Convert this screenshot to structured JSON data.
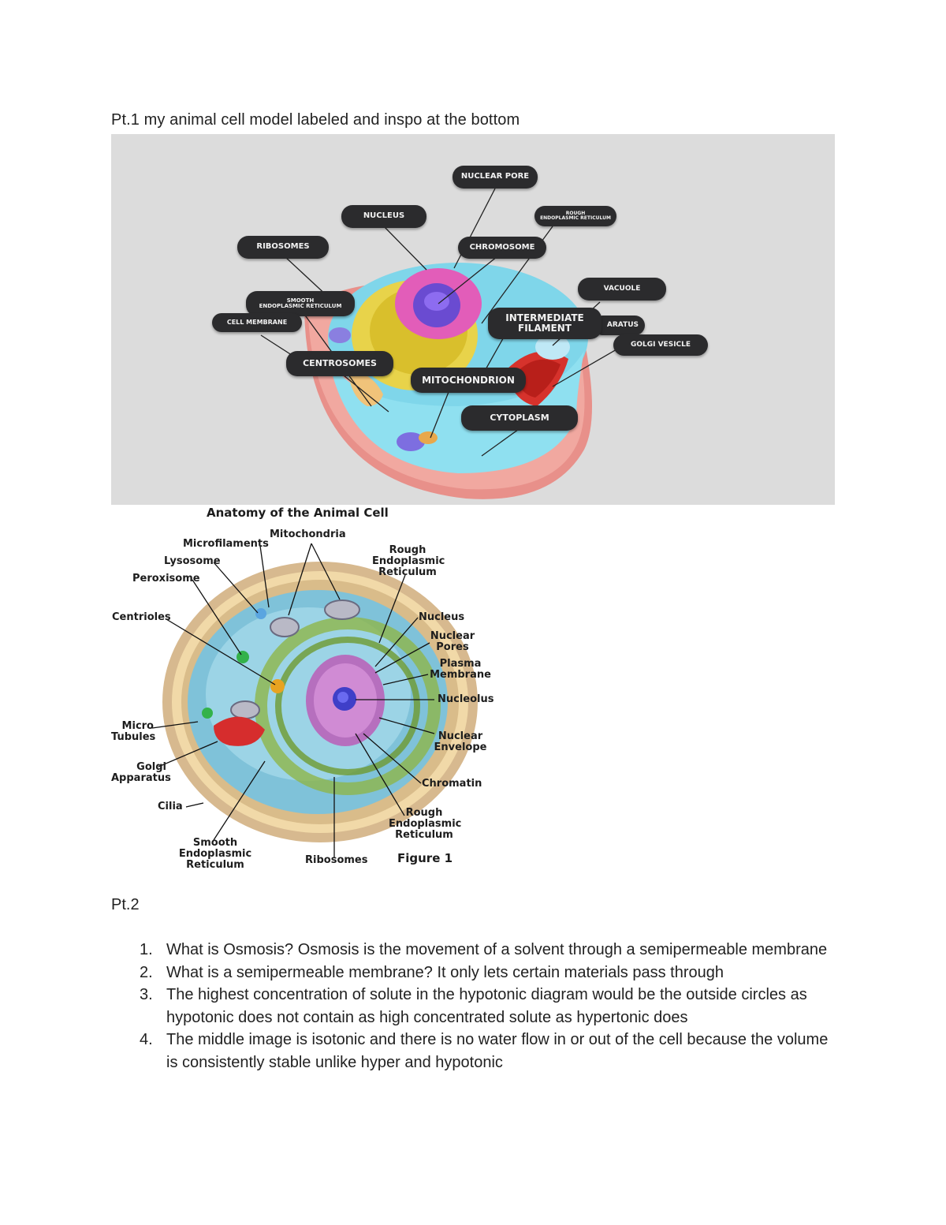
{
  "part1_heading": "Pt.1 my animal cell model labeled and inspo at the bottom",
  "model_labels": {
    "nuclear_pore": "NUCLEAR PORE",
    "nucleus": "NUCLEUS",
    "rough_er": "ROUGH\nENDOPLASMIC RETICULUM",
    "ribosomes": "RIBOSOMES",
    "chromosome": "CHROMOSOME",
    "vacuole": "VACUOLE",
    "smooth_er": "SMOOTH\nENDOPLASMIC RETICULUM",
    "cell_membrane": "CELL MEMBRANE",
    "intermediate_filament": "INTERMEDIATE\nFILAMENT",
    "apparatus_fragment": "ARATUS",
    "golgi_vesicle": "GOLGI VESICLE",
    "centrosomes": "CENTROSOMES",
    "mitochondrion": "MITOCHONDRION",
    "cytoplasm": "CYTOPLASM"
  },
  "figure1": {
    "title": "Anatomy of the Animal Cell",
    "caption": "Figure 1",
    "labels": {
      "mitochondria": "Mitochondria",
      "microfilaments": "Microfilaments",
      "lysosome": "Lysosome",
      "peroxisome": "Peroxisome",
      "centrioles": "Centrioles",
      "micro_tubules": "Micro\nTubules",
      "golgi_apparatus": "Golgi\nApparatus",
      "cilia": "Cilia",
      "smooth_er": "Smooth\nEndoplasmic\nReticulum",
      "ribosomes": "Ribosomes",
      "rough_er_top": "Rough\nEndoplasmic\nReticulum",
      "nucleus": "Nucleus",
      "nuclear_pores": "Nuclear\nPores",
      "plasma_membrane": "Plasma\nMembrane",
      "nucleolus": "Nucleolus",
      "nuclear_envelope": "Nuclear\nEnvelope",
      "chromatin": "Chromatin",
      "rough_er_bottom": "Rough\nEndoplasmic\nReticulum"
    }
  },
  "part2_heading": "Pt.2",
  "answers": [
    {
      "num": "1.",
      "text": "What is Osmosis? Osmosis is the movement of a solvent through a semipermeable membrane"
    },
    {
      "num": "2.",
      "text": "What is a semipermeable membrane? It only lets certain materials pass through"
    },
    {
      "num": "3.",
      "text": "The highest concentration of solute in the hypotonic diagram would be the outside circles as hypotonic does not contain as high concentrated solute as hypertonic does"
    },
    {
      "num": "4.",
      "text": "The middle image is isotonic and there is no water flow in or out of the cell because the volume is consistently stable unlike hyper and hypotonic"
    }
  ]
}
